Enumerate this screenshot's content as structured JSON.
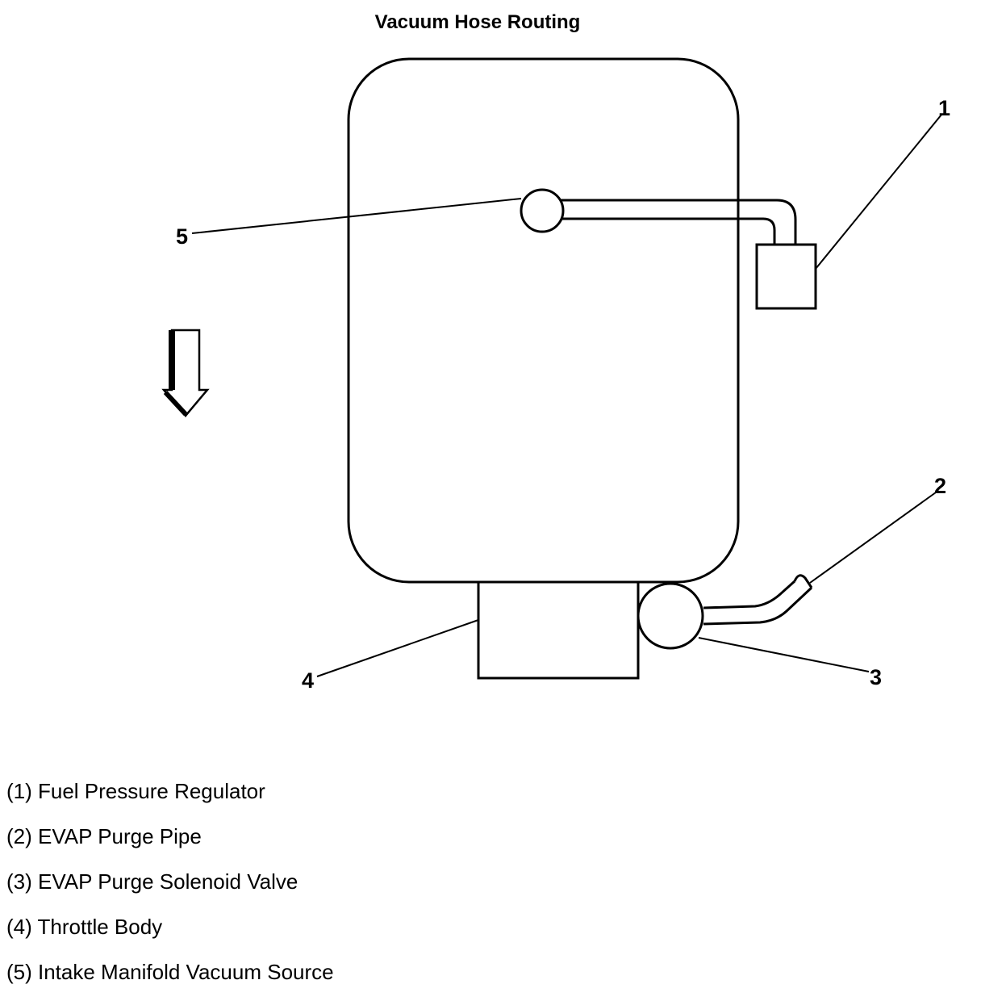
{
  "title": "Vacuum Hose Routing",
  "callouts": [
    {
      "id": "1",
      "label": "1"
    },
    {
      "id": "2",
      "label": "2"
    },
    {
      "id": "3",
      "label": "3"
    },
    {
      "id": "4",
      "label": "4"
    },
    {
      "id": "5",
      "label": "5"
    }
  ],
  "legend": [
    {
      "id": "1",
      "text": "(1) Fuel Pressure Regulator"
    },
    {
      "id": "2",
      "text": "(2) EVAP Purge Pipe"
    },
    {
      "id": "3",
      "text": "(3) EVAP Purge Solenoid Valve"
    },
    {
      "id": "4",
      "text": "(4) Throttle Body"
    },
    {
      "id": "5",
      "text": "(5) Intake Manifold Vacuum Source"
    }
  ],
  "icons": {
    "direction_arrow": "down-arrow-icon"
  },
  "colors": {
    "line": "#000000",
    "background": "#ffffff"
  }
}
